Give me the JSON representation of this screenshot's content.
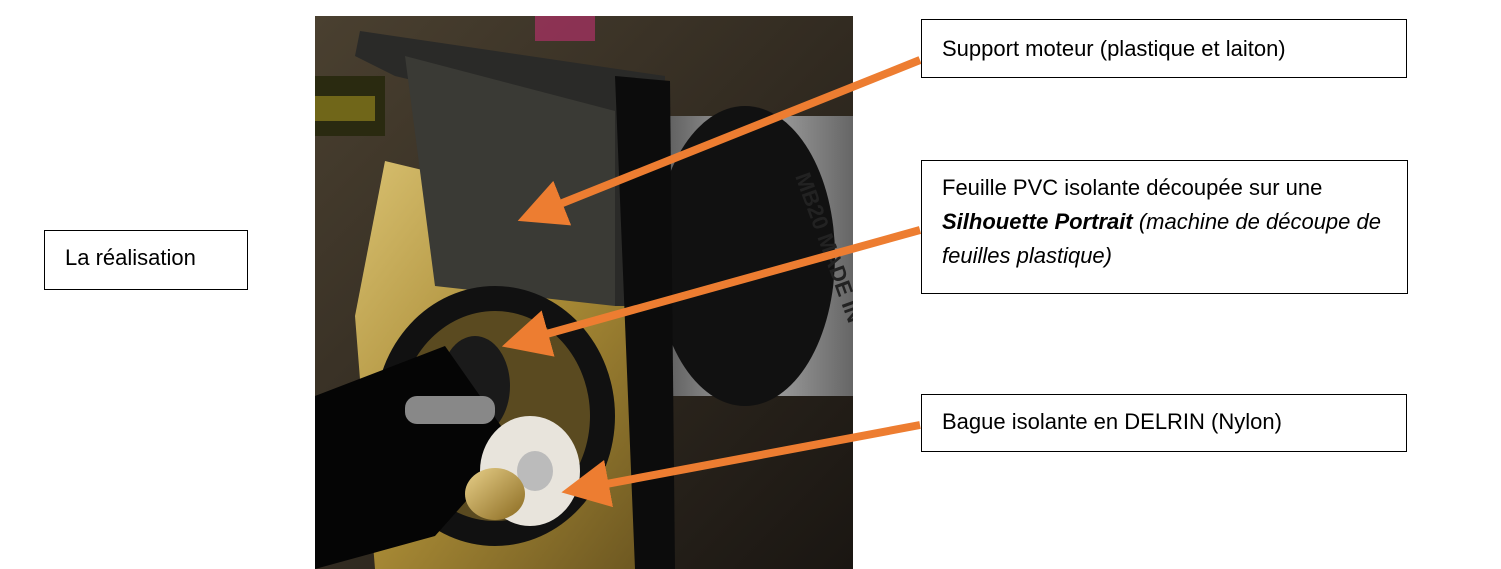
{
  "title_box": {
    "label": "La réalisation"
  },
  "callouts": [
    {
      "text": "Support moteur (plastique et laiton)"
    },
    {
      "text_prefix": "Feuille PVC isolante découpée sur une",
      "text_bold_italic": "Silhouette Portrait",
      "text_italic": "(machine de découpe de feuilles plastique)"
    },
    {
      "text": "Bague isolante en DELRIN (Nylon)"
    }
  ],
  "photo": {
    "motor_label": "MB20 MADE IN"
  },
  "colors": {
    "arrow": "#ED7D31",
    "brass": "#B89A3A"
  }
}
